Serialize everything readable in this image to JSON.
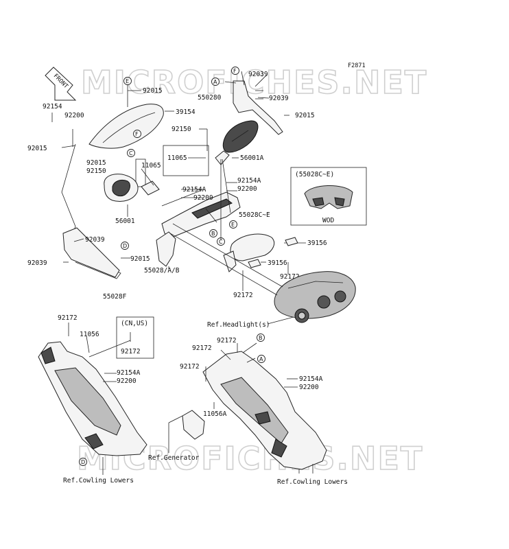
{
  "figure_code": "F2871",
  "watermark": "MICROFICHES.NET",
  "front_arrow": "FRONT",
  "labels": {
    "l92039a": "92039",
    "l550280": "550280",
    "l92039b": "92039",
    "l92015r": "92015",
    "l92015top": "92015",
    "l92154": "92154",
    "l92200": "92200",
    "l39154": "39154",
    "l92015left": "92015",
    "l92150top": "92150",
    "l11065": "11065",
    "l56001A": "56001A",
    "l92015mid": "92015",
    "l92150mid": "92150",
    "l11065mid": "11065",
    "l92154A": "92154A",
    "l92200m": "92200",
    "l92154A2": "92154A",
    "l92200m2": "92200",
    "l55028CE": "55028C~E",
    "l56001": "56001",
    "l92039c": "92039",
    "l92015d": "92015",
    "l92039d": "92039",
    "l55028AB": "55028/A/B",
    "l55028F": "55028F",
    "l39156a": "39156",
    "l39156b": "39156",
    "l92172a": "92172",
    "l92172b": "92172",
    "l55028CE_box": "(55028C~E)",
    "lWOD": "WOD",
    "lRefHeadlight": "Ref.Headlight(s)",
    "l92172c": "92172",
    "l11056": "11056",
    "lCNUS": "(CN,US)",
    "l92172d": "92172",
    "l92154A3": "92154A",
    "l92200b": "92200",
    "l92172e": "92172",
    "l92172f": "92172",
    "l92172g": "92172",
    "l92154A4": "92154A",
    "l92200c": "92200",
    "l11056A": "11056A",
    "lRefGenerator": "Ref.Generator",
    "lRefCowlingL": "Ref.Cowling Lowers",
    "lRefCowlingR": "Ref.Cowling Lowers"
  },
  "callouts": {
    "A": "A",
    "B": "B",
    "C": "C",
    "D": "D",
    "E": "E",
    "F": "F"
  }
}
